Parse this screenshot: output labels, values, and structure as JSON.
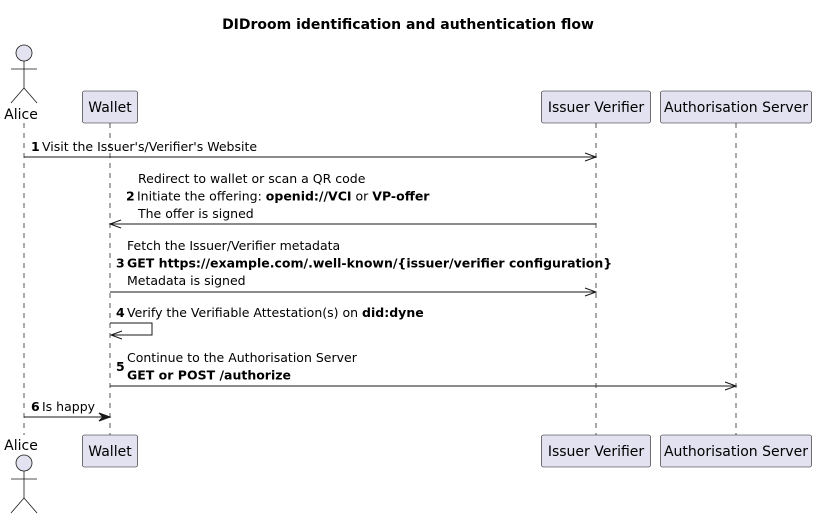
{
  "title": "DIDroom identification and authentication flow",
  "participants": [
    {
      "id": "alice",
      "label": "Alice",
      "kind": "actor"
    },
    {
      "id": "wallet",
      "label": "Wallet",
      "kind": "participant"
    },
    {
      "id": "issuer",
      "label": "Issuer Verifier",
      "kind": "participant"
    },
    {
      "id": "auth",
      "label": "Authorisation Server",
      "kind": "participant"
    }
  ],
  "messages": [
    {
      "num": "1",
      "from": "alice",
      "to": "issuer",
      "lines": [
        [
          "Visit the Issuer's/Verifier's Website"
        ]
      ]
    },
    {
      "num": "2",
      "from": "issuer",
      "to": "wallet",
      "lines": [
        [
          "Redirect to wallet or scan a QR code"
        ],
        [
          "Initiate the offering: ",
          {
            "b": "openid://VCI"
          },
          " or ",
          {
            "b": "VP-offer"
          }
        ],
        [
          "The offer is signed"
        ]
      ]
    },
    {
      "num": "3",
      "from": "wallet",
      "to": "issuer",
      "lines": [
        [
          "Fetch the Issuer/Verifier metadata"
        ],
        [
          {
            "b": "GET https://example.com/.well-known/{issuer/verifier configuration}"
          }
        ],
        [
          "Metadata is signed"
        ]
      ]
    },
    {
      "num": "4",
      "from": "wallet",
      "to": "wallet",
      "lines": [
        [
          "Verify the Verifiable Attestation(s) on ",
          {
            "b": "did:dyne"
          }
        ]
      ]
    },
    {
      "num": "5",
      "from": "wallet",
      "to": "auth",
      "lines": [
        [
          "Continue to the Authorisation Server"
        ],
        [
          {
            "b": "GET or POST /authorize"
          }
        ]
      ]
    },
    {
      "num": "6",
      "from": "alice",
      "to": "wallet",
      "solid": true,
      "lines": [
        [
          "Is happy"
        ]
      ]
    }
  ],
  "colors": {
    "participant_fill": "#e2e2f0",
    "border": "#181818",
    "lifeline": "#555555"
  }
}
